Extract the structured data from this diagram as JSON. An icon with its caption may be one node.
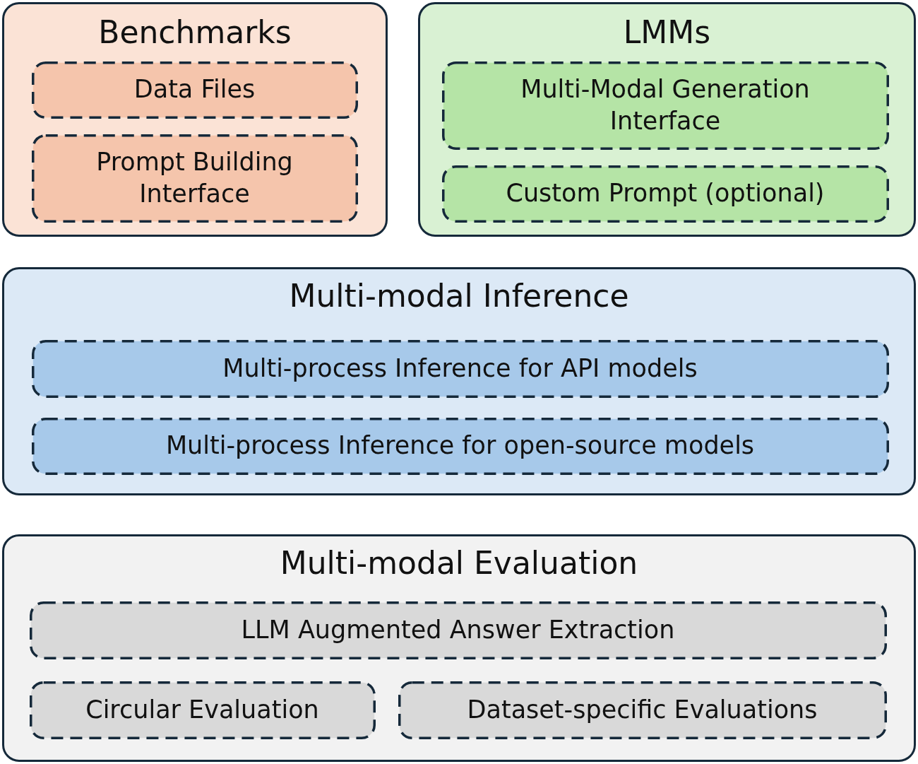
{
  "diagram": {
    "nodes": [
      {
        "text": [
          "Benchmarks"
        ]
      },
      {
        "text": [
          "Data Files"
        ],
        "in": 0
      },
      {
        "text": [
          "Prompt Building Interface"
        ],
        "in": 0
      },
      {
        "text": [
          "LMMs"
        ]
      },
      {
        "text": [
          "Multi-Modal Generation Interface"
        ],
        "in": 3
      },
      {
        "text": [
          "Custom Prompt (optional)"
        ],
        "in": 3
      },
      {
        "text": [
          "Multi-modal Inference"
        ]
      },
      {
        "text": [
          "Multi-process Inference for API models"
        ],
        "in": 6
      },
      {
        "text": [
          "Multi-process Inference for open-source models"
        ],
        "in": 6
      },
      {
        "text": [
          "Multi-modal Evaluation"
        ]
      },
      {
        "text": [
          "LLM Augmented Answer Extraction"
        ],
        "in": 9
      },
      {
        "text": [
          "Circular Evaluation"
        ],
        "in": 9
      },
      {
        "text": [
          "Dataset-specific Evaluations"
        ],
        "in": 9
      }
    ],
    "edges": []
  }
}
